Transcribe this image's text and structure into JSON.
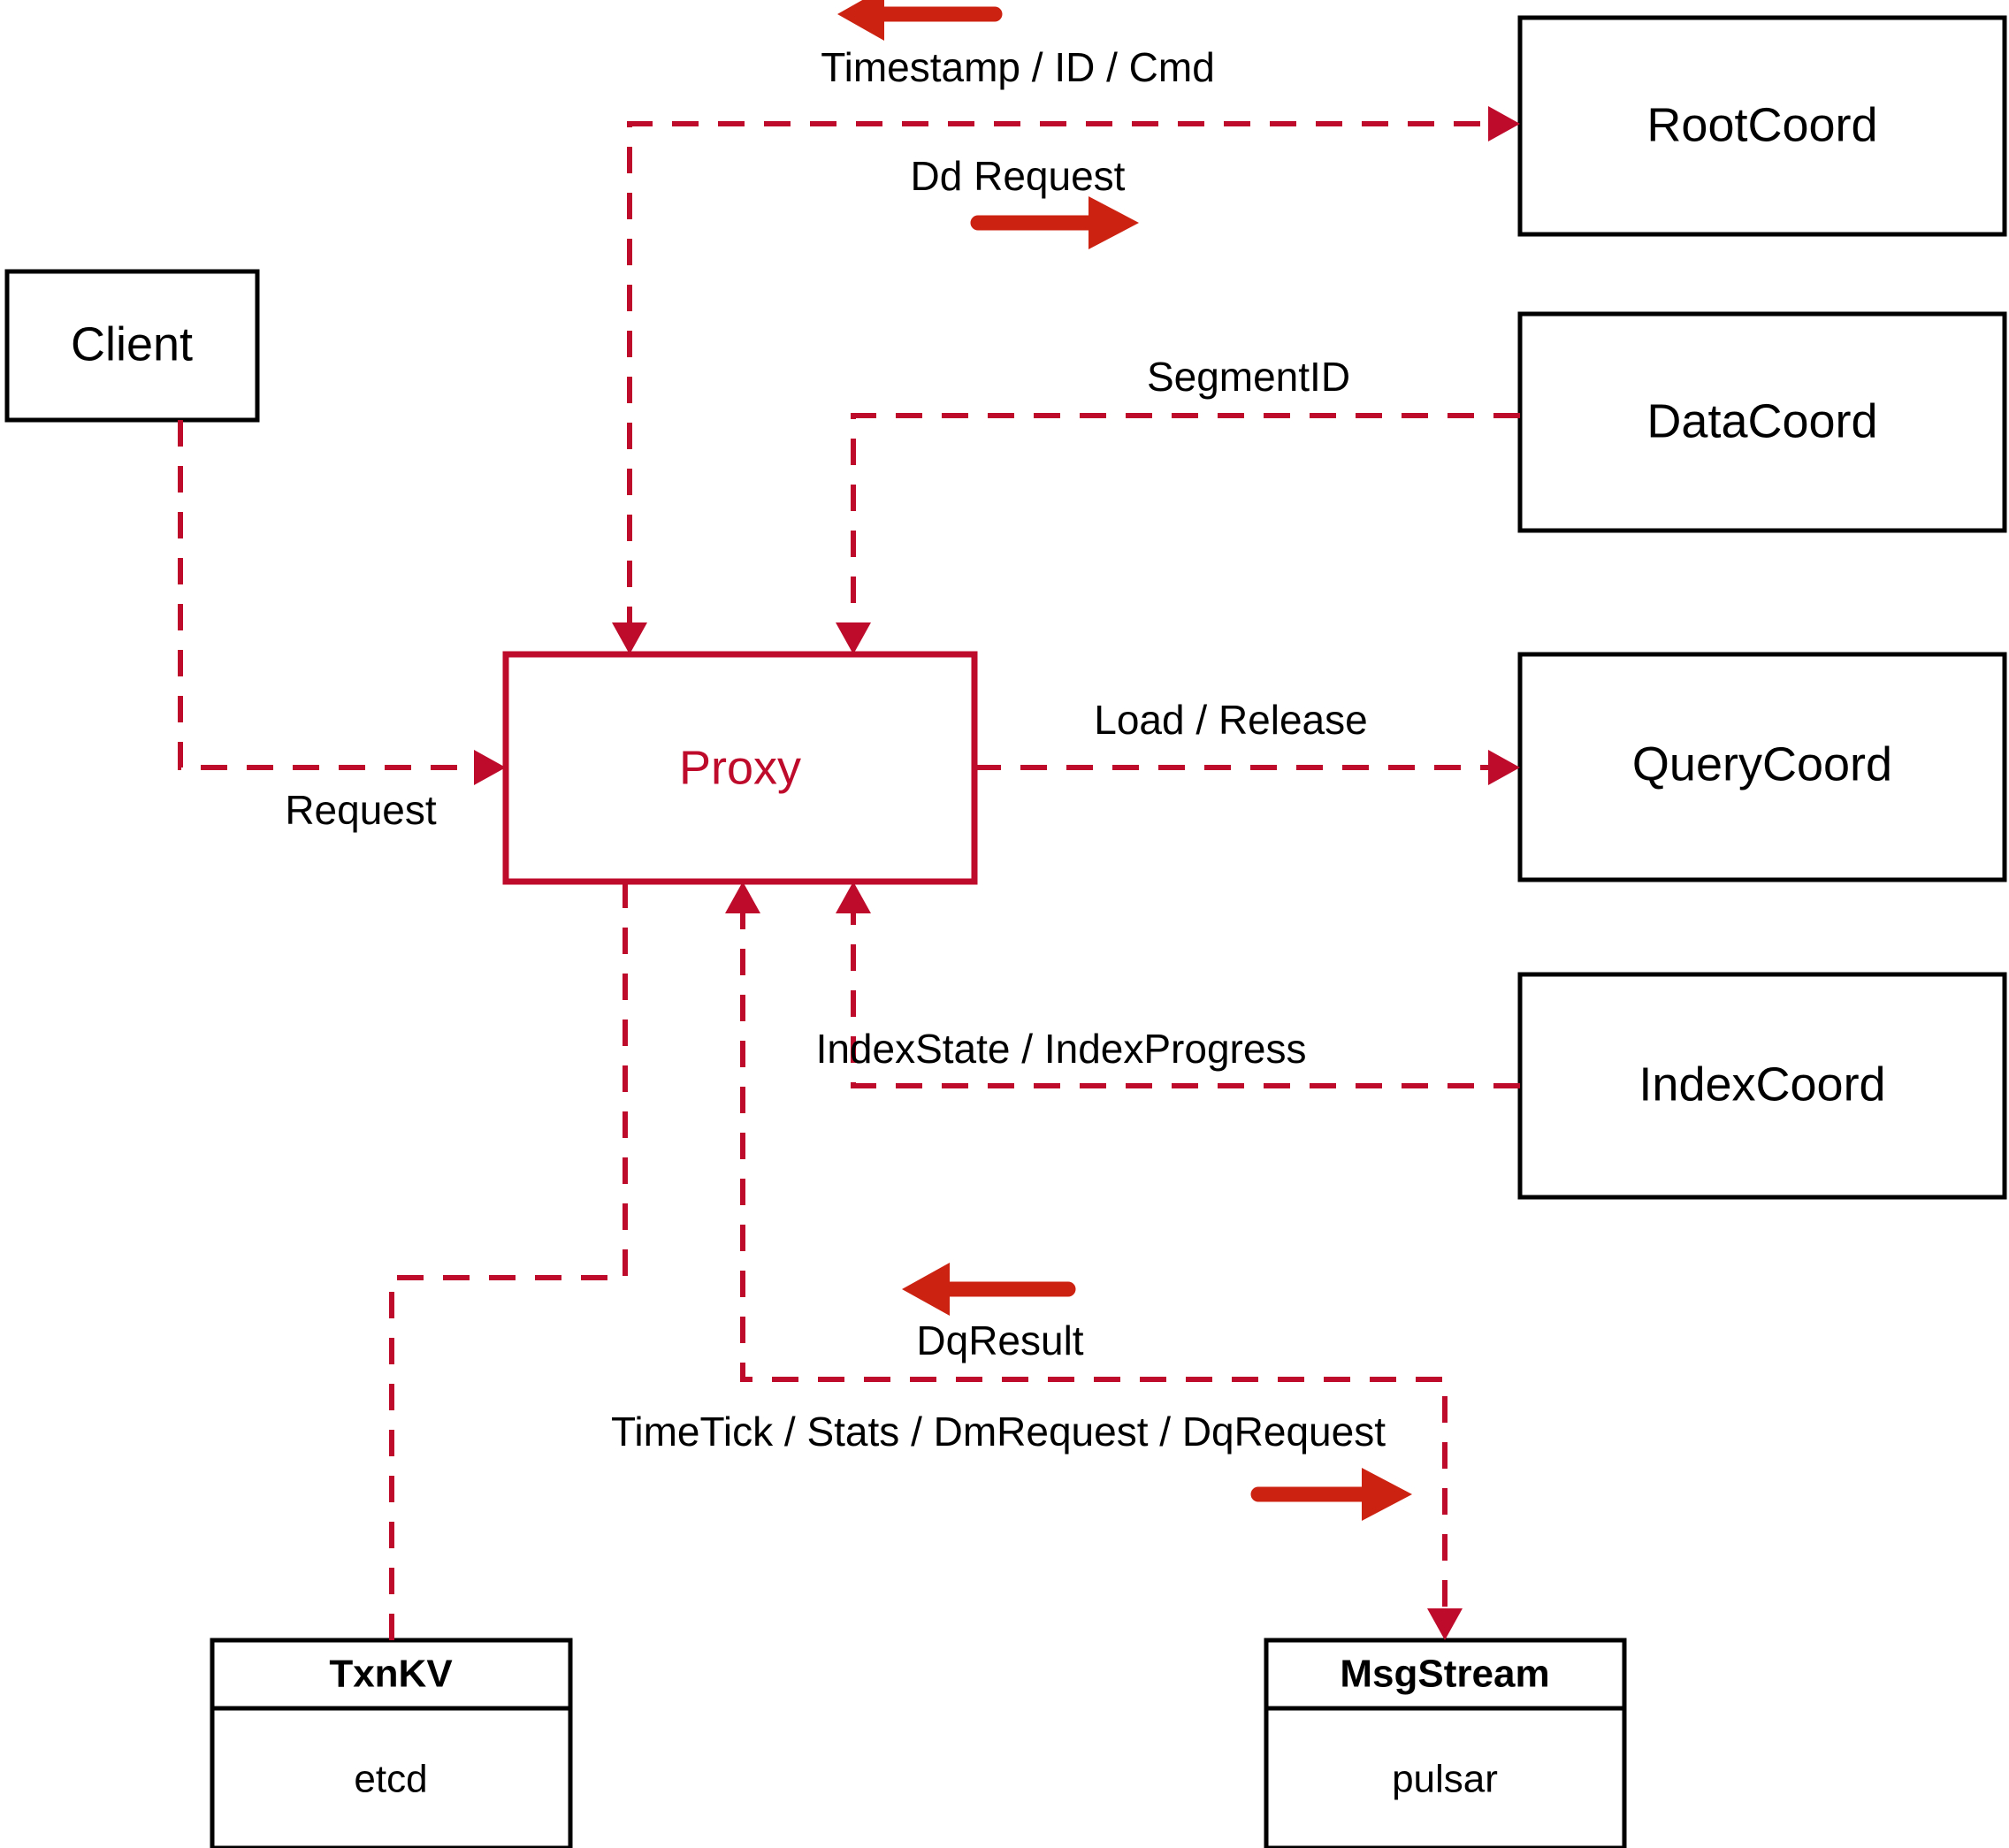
{
  "diagram": {
    "title": "Proxy component interaction diagram",
    "colors": {
      "accent_crimson": "#BE0A2B",
      "direction_arrow_red": "#CC2211",
      "node_stroke_black": "#000000",
      "background": "#ffffff"
    },
    "nodes": {
      "client": {
        "label": "Client"
      },
      "proxy": {
        "label": "Proxy"
      },
      "root_coord": {
        "label": "RootCoord"
      },
      "data_coord": {
        "label": "DataCoord"
      },
      "query_coord": {
        "label": "QueryCoord"
      },
      "index_coord": {
        "label": "IndexCoord"
      },
      "txnkv": {
        "header": "TxnKV",
        "body": "etcd"
      },
      "msgstream": {
        "header": "MsgStream",
        "body": "pulsar"
      }
    },
    "edge_labels": {
      "timestamp_id_cmd": "Timestamp / ID / Cmd",
      "dd_request": "Dd Request",
      "segment_id": "SegmentID",
      "request": "Request",
      "load_release": "Load / Release",
      "index_state_progress": "IndexState / IndexProgress",
      "dq_result": "DqResult",
      "timetick_stats": "TimeTick / Stats / DmRequest / DqRequest"
    }
  }
}
